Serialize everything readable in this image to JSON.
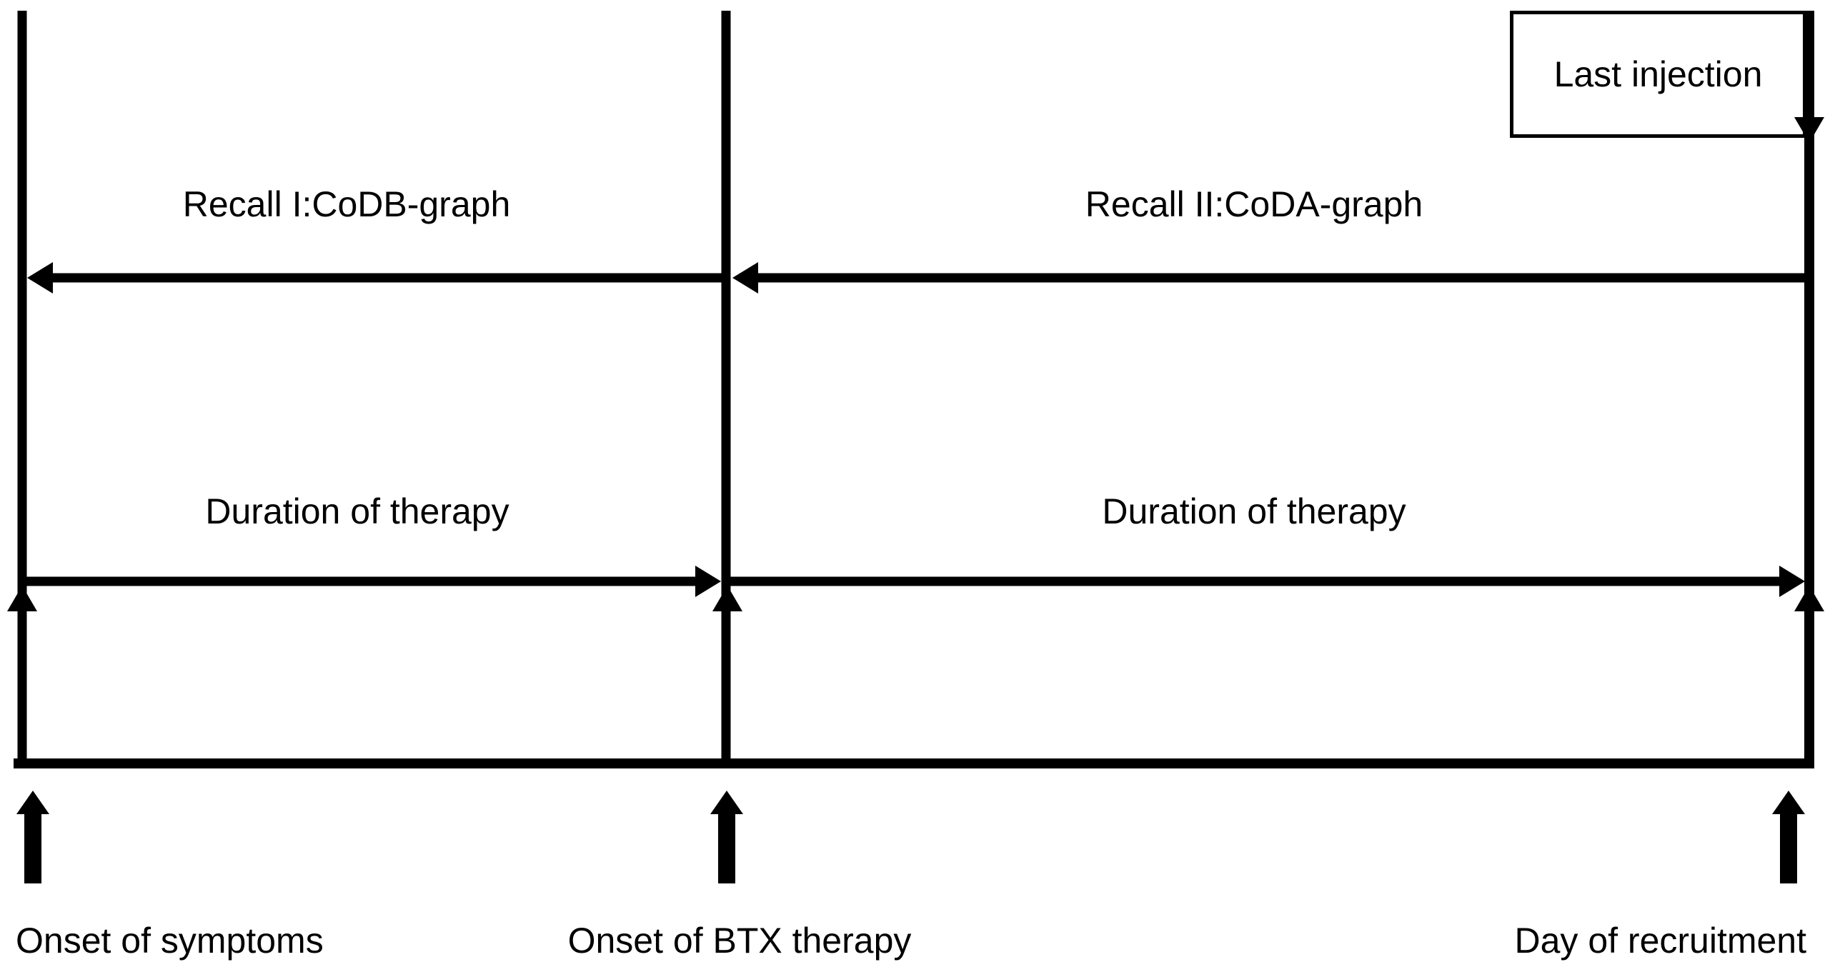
{
  "figure": {
    "labels": {
      "recall_1": "Recall I:CoDB-graph",
      "recall_2": "Recall II:CoDA-graph",
      "duration_left": "Duration of therapy",
      "duration_right": "Duration of therapy",
      "last_injection": "Last injection",
      "onset_symptoms": "Onset of symptoms",
      "onset_btx": "Onset of BTX therapy",
      "day_recruitment": "Day of recruitment"
    },
    "colors": {
      "ink": "#000000",
      "background": "#ffffff"
    }
  }
}
